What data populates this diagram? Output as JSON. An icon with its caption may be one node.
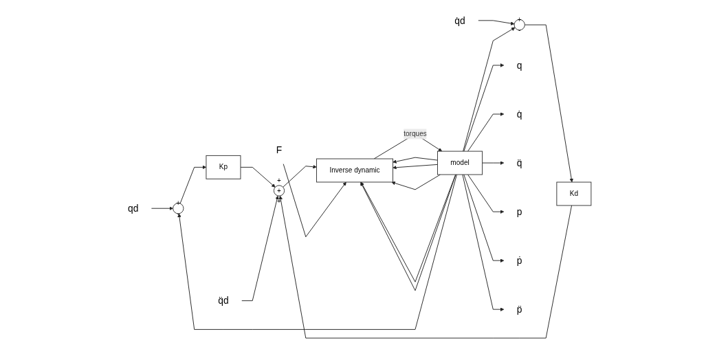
{
  "diagram": {
    "nodes": [
      {
        "text": [
          "qd"
        ]
      },
      {
        "text": [
          "q̇d"
        ]
      },
      {
        "text": [
          "q̈d"
        ]
      },
      {
        "text": [
          "F"
        ]
      },
      {
        "text": [
          "+",
          "-"
        ]
      },
      {
        "text": [
          "+",
          "-"
        ]
      },
      {
        "text": [
          "Kp"
        ]
      },
      {
        "text": [
          "Kd"
        ]
      },
      {
        "text": [
          "+",
          "+",
          "+"
        ]
      },
      {
        "text": [
          "Inverse dynamic"
        ]
      },
      {
        "text": [
          "model"
        ]
      },
      {
        "text": [
          "q"
        ]
      },
      {
        "text": [
          "q̇"
        ]
      },
      {
        "text": [
          "q̈"
        ]
      },
      {
        "text": [
          "p"
        ]
      },
      {
        "text": [
          "ṗ"
        ]
      },
      {
        "text": [
          "p̈"
        ]
      }
    ],
    "edges": [
      {
        "from": 0,
        "to": 4,
        "arrow": "to"
      },
      {
        "from": 4,
        "to": 6,
        "arrow": "to"
      },
      {
        "from": 6,
        "to": 8,
        "arrow": "to"
      },
      {
        "from": 1,
        "to": 5,
        "arrow": "to"
      },
      {
        "from": 5,
        "to": 7,
        "arrow": "to"
      },
      {
        "from": 7,
        "to": 8,
        "arrow": "to"
      },
      {
        "from": 2,
        "to": 8,
        "arrow": "to"
      },
      {
        "from": 8,
        "to": 9,
        "arrow": "to"
      },
      {
        "from": 3,
        "to": 9,
        "arrow": "to"
      },
      {
        "from": 9,
        "to": 10,
        "label": "torques",
        "arrow": "to"
      },
      {
        "from": 10,
        "to": 11,
        "arrow": "to"
      },
      {
        "from": 10,
        "to": 12,
        "arrow": "to"
      },
      {
        "from": 10,
        "to": 13,
        "arrow": "to"
      },
      {
        "from": 10,
        "to": 14,
        "arrow": "to"
      },
      {
        "from": 10,
        "to": 15,
        "arrow": "to"
      },
      {
        "from": 10,
        "to": 16,
        "arrow": "to"
      },
      {
        "from": 10,
        "to": 9,
        "arrow": "to"
      },
      {
        "from": 10,
        "to": 9,
        "arrow": "to"
      },
      {
        "from": 10,
        "to": 9,
        "arrow": "to"
      },
      {
        "from": 10,
        "to": 9,
        "arrow": "to"
      },
      {
        "from": 10,
        "to": 9,
        "arrow": "to"
      },
      {
        "from": 10,
        "to": 4,
        "arrow": "to"
      },
      {
        "from": 10,
        "to": 5,
        "arrow": "to"
      }
    ]
  }
}
